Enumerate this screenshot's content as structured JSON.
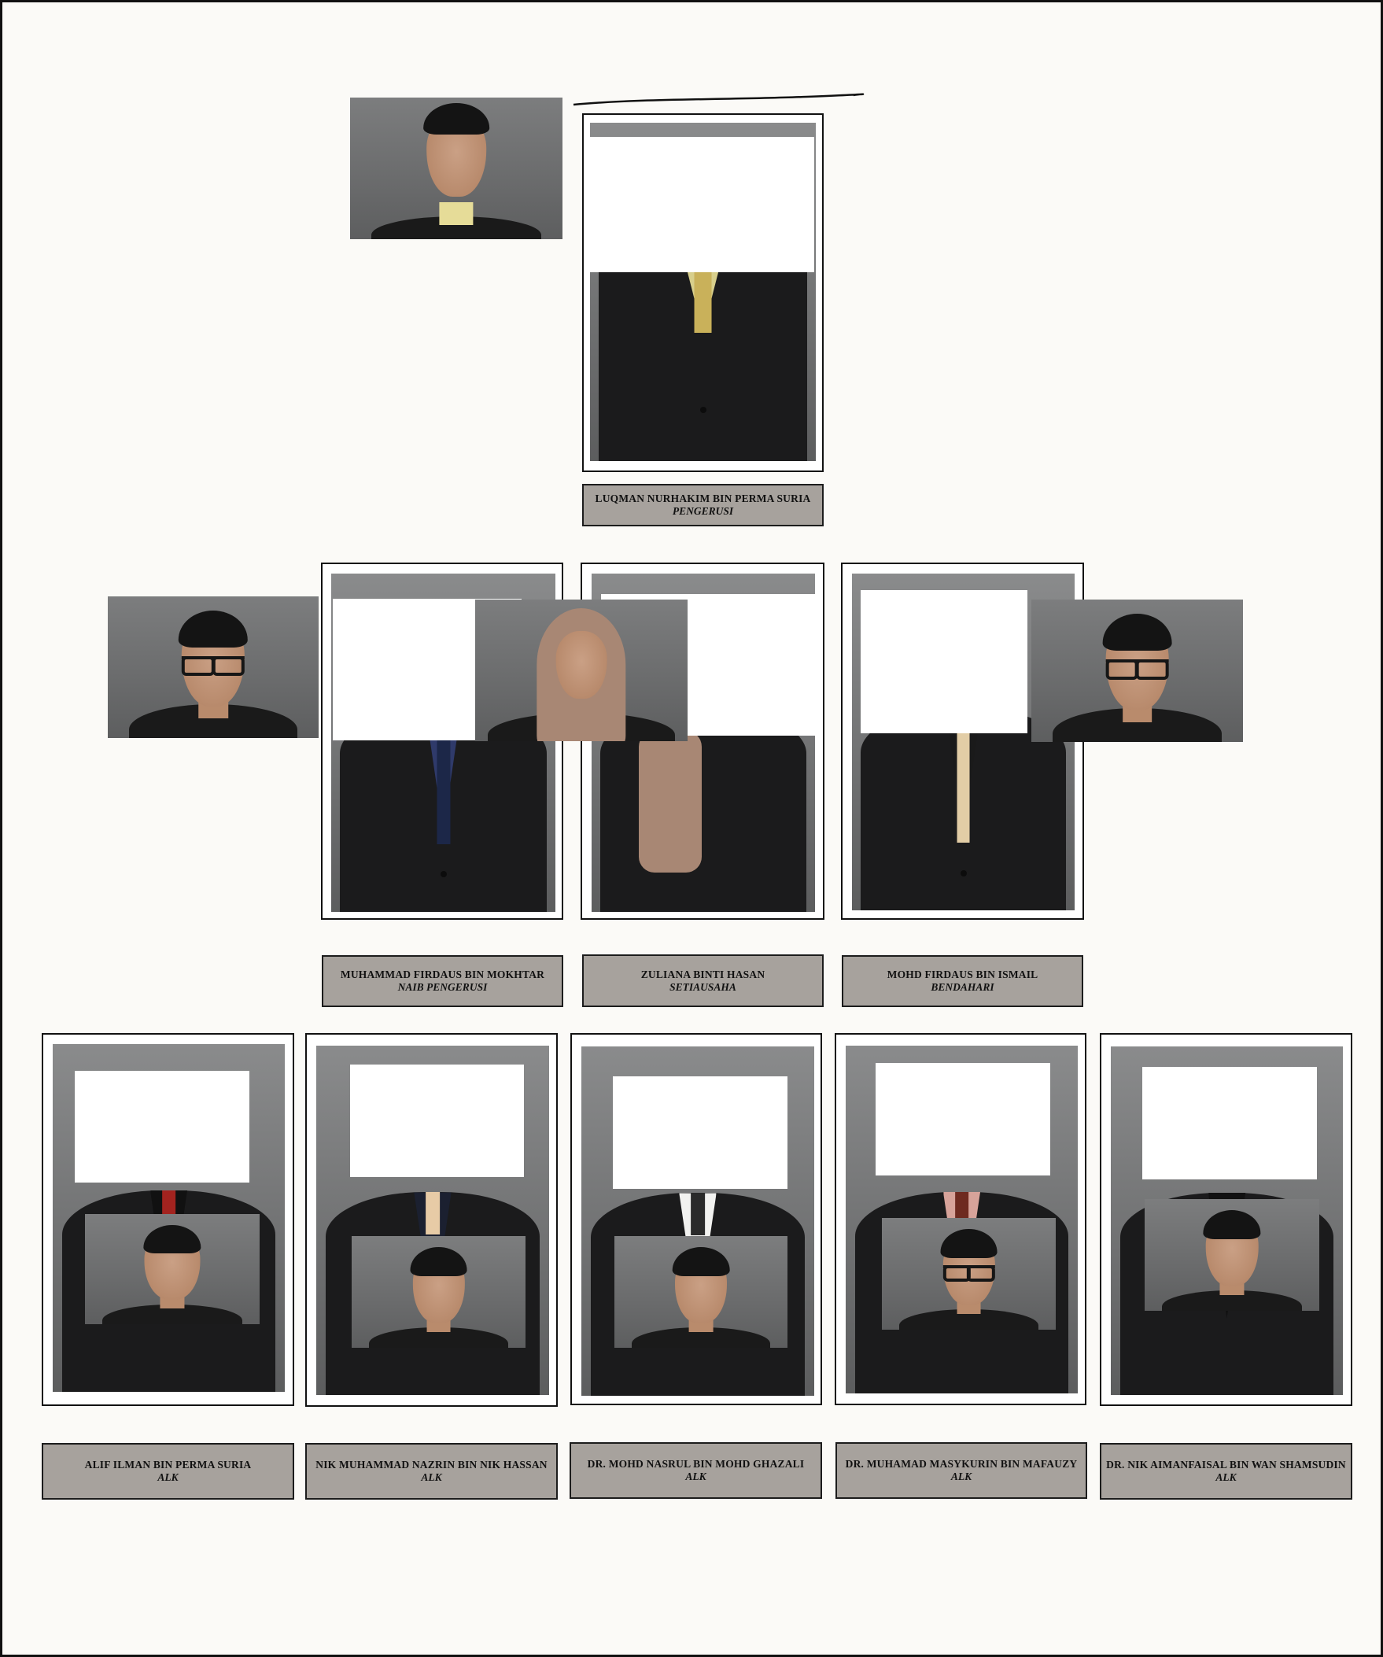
{
  "chairman": {
    "name": "LUQMAN NURHAKIM BIN PERMA SURIA",
    "role": "PENGERUSI"
  },
  "officers": [
    {
      "name": "MUHAMMAD FIRDAUS BIN MOKHTAR",
      "role": "NAIB PENGERUSI"
    },
    {
      "name": "ZULIANA BINTI HASAN",
      "role": "SETIAUSAHA"
    },
    {
      "name": "MOHD FIRDAUS BIN ISMAIL",
      "role": "BENDAHARI"
    }
  ],
  "members": [
    {
      "name": "ALIF ILMAN BIN PERMA SURIA",
      "role": "ALK"
    },
    {
      "name": "NIK MUHAMMAD NAZRIN BIN NIK HASSAN",
      "role": "ALK"
    },
    {
      "name": "DR. MOHD NASRUL BIN MOHD GHAZALI",
      "role": "ALK"
    },
    {
      "name": "DR. MUHAMAD MASYKURIN BIN MAFAUZY",
      "role": "ALK"
    },
    {
      "name": "DR. NIK AIMANFAISAL BIN WAN SHAMSUDIN",
      "role": "ALK"
    }
  ],
  "colors": {
    "label_bg": "#a7a29d",
    "suit": "#1b1b1c",
    "backdrop": "#77787a",
    "yellow_tie": "#c9b15a",
    "red_tie": "#a3231f"
  }
}
